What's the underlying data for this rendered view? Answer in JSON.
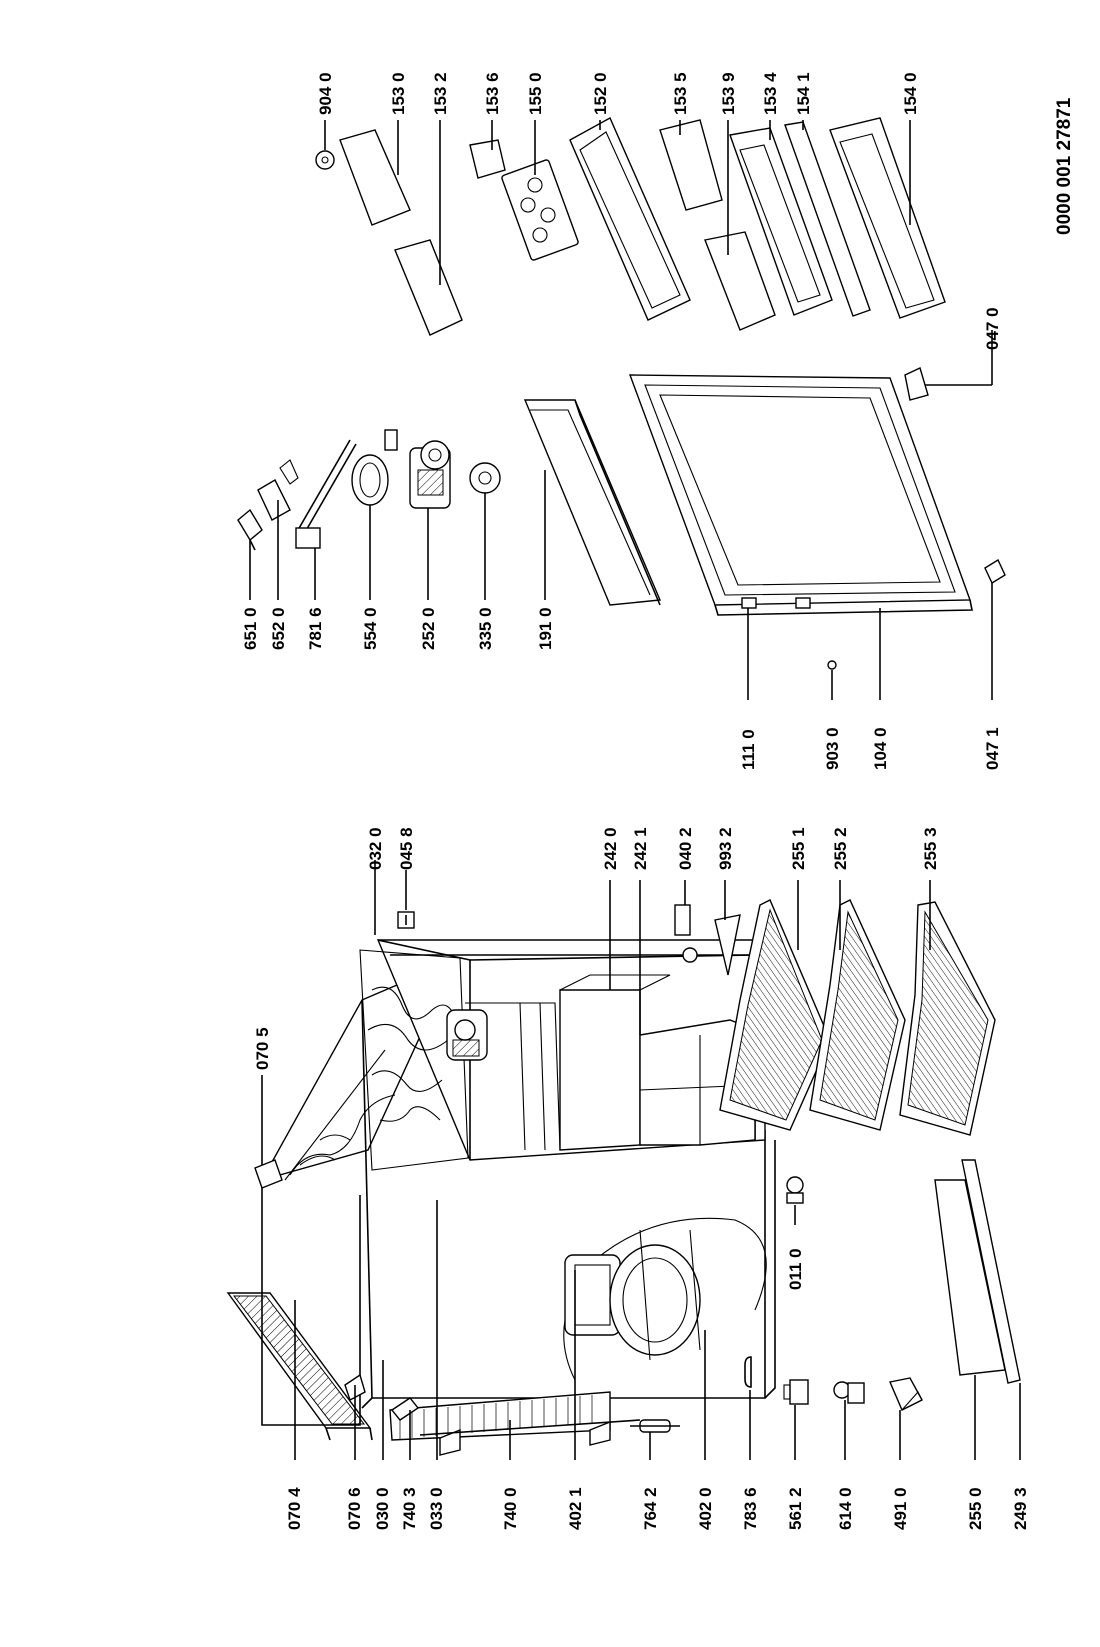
{
  "document_code": "0000 001 27871",
  "labels": [
    {
      "id": "070-4",
      "text": "070 4"
    },
    {
      "id": "070-6",
      "text": "070 6"
    },
    {
      "id": "030-0",
      "text": "030 0"
    },
    {
      "id": "740-3",
      "text": "740 3"
    },
    {
      "id": "033-0",
      "text": "033 0"
    },
    {
      "id": "740-0",
      "text": "740 0"
    },
    {
      "id": "402-1",
      "text": "402 1"
    },
    {
      "id": "764-2",
      "text": "764 2"
    },
    {
      "id": "402-0",
      "text": "402 0"
    },
    {
      "id": "783-6",
      "text": "783 6"
    },
    {
      "id": "561-2",
      "text": "561 2"
    },
    {
      "id": "614-0",
      "text": "614 0"
    },
    {
      "id": "491-0",
      "text": "491 0"
    },
    {
      "id": "255-0",
      "text": "255 0"
    },
    {
      "id": "249-3",
      "text": "249 3"
    },
    {
      "id": "070-5",
      "text": "070 5"
    },
    {
      "id": "011-0",
      "text": "011 0"
    },
    {
      "id": "032-0",
      "text": "032 0"
    },
    {
      "id": "045-8",
      "text": "045 8"
    },
    {
      "id": "242-0",
      "text": "242 0"
    },
    {
      "id": "242-1",
      "text": "242 1"
    },
    {
      "id": "040-2",
      "text": "040 2"
    },
    {
      "id": "993-2",
      "text": "993 2"
    },
    {
      "id": "255-1",
      "text": "255 1"
    },
    {
      "id": "255-2",
      "text": "255 2"
    },
    {
      "id": "255-3",
      "text": "255 3"
    },
    {
      "id": "651-0",
      "text": "651 0"
    },
    {
      "id": "652-0",
      "text": "652 0"
    },
    {
      "id": "781-6",
      "text": "781 6"
    },
    {
      "id": "554-0",
      "text": "554 0"
    },
    {
      "id": "252-0",
      "text": "252 0"
    },
    {
      "id": "335-0",
      "text": "335 0"
    },
    {
      "id": "191-0",
      "text": "191 0"
    },
    {
      "id": "111-0",
      "text": "111 0"
    },
    {
      "id": "903-0",
      "text": "903 0"
    },
    {
      "id": "104-0",
      "text": "104 0"
    },
    {
      "id": "047-1",
      "text": "047 1"
    },
    {
      "id": "047-0",
      "text": "047 0"
    },
    {
      "id": "904-0",
      "text": "904 0"
    },
    {
      "id": "153-0",
      "text": "153 0"
    },
    {
      "id": "153-2",
      "text": "153 2"
    },
    {
      "id": "153-6",
      "text": "153 6"
    },
    {
      "id": "155-0",
      "text": "155 0"
    },
    {
      "id": "152-0",
      "text": "152 0"
    },
    {
      "id": "153-5",
      "text": "153 5"
    },
    {
      "id": "153-9",
      "text": "153 9"
    },
    {
      "id": "153-4",
      "text": "153 4"
    },
    {
      "id": "154-1",
      "text": "154 1"
    },
    {
      "id": "154-0",
      "text": "154 0"
    }
  ]
}
